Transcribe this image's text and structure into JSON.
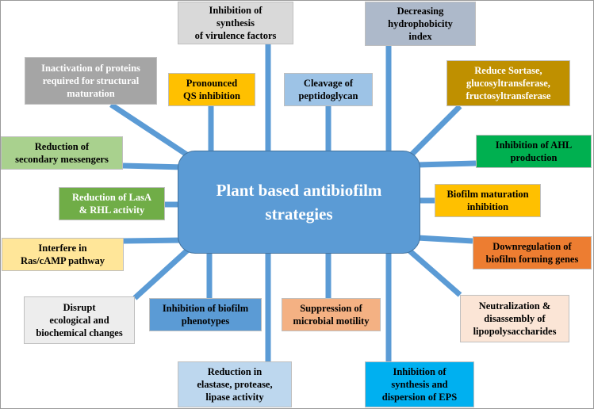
{
  "center": {
    "label": "Plant based antibiofilm\nstrategies",
    "color": "#5b9bd5"
  },
  "strategies": [
    {
      "id": "inhibition-synthesis-virulence",
      "label": "Inhibition of\nsynthesis\nof virulence factors",
      "color": "#d9d9d9"
    },
    {
      "id": "decreasing-hydrophobicity",
      "label": "Decreasing\nhydrophobicity\nindex",
      "color": "#adb9ca"
    },
    {
      "id": "inactivation-proteins",
      "label": "Inactivation of proteins\nrequired for structural\nmaturation",
      "color": "#a5a5a5"
    },
    {
      "id": "pronounced-qs",
      "label": "Pronounced\nQS inhibition",
      "color": "#ffc000"
    },
    {
      "id": "cleavage-peptidoglycan",
      "label": "Cleavage of\npeptidoglycan",
      "color": "#9dc3e6"
    },
    {
      "id": "reduce-sortase",
      "label": "Reduce Sortase,\nglucosyltransferase,\nfructosyltransferase",
      "color": "#bf9000"
    },
    {
      "id": "reduction-secondary",
      "label": "Reduction of\nsecondary messengers",
      "color": "#a9d18e"
    },
    {
      "id": "inhibition-ahl",
      "label": "Inhibition of AHL\nproduction",
      "color": "#00b050"
    },
    {
      "id": "reduction-lasa",
      "label": "Reduction of LasA\n& RHL activity",
      "color": "#70ad47"
    },
    {
      "id": "biofilm-maturation",
      "label": "Biofilm maturation\ninhibition",
      "color": "#ffc000"
    },
    {
      "id": "interfere-ras",
      "label": "Interfere in\nRas/cAMP pathway",
      "color": "#ffe699"
    },
    {
      "id": "downregulation-genes",
      "label": "Downregulation of\nbiofilm forming genes",
      "color": "#ed7d31"
    },
    {
      "id": "disrupt-ecological",
      "label": "Disrupt\necological and\nbiochemical changes",
      "color": "#ededed"
    },
    {
      "id": "inhibition-phenotypes",
      "label": "Inhibition of biofilm\nphenotypes",
      "color": "#5b9bd5"
    },
    {
      "id": "suppression-motility",
      "label": "Suppression of\nmicrobial motility",
      "color": "#f4b183"
    },
    {
      "id": "neutralization-lps",
      "label": "Neutralization &\ndisassembly of\nlipopolysaccharides",
      "color": "#fbe5d6"
    },
    {
      "id": "reduction-elastase",
      "label": "Reduction in\nelastase, protease,\nlipase activity",
      "color": "#bdd7ee"
    },
    {
      "id": "inhibition-eps",
      "label": "Inhibition of\nsynthesis and\ndispersion of EPS",
      "color": "#00b0f0"
    }
  ]
}
